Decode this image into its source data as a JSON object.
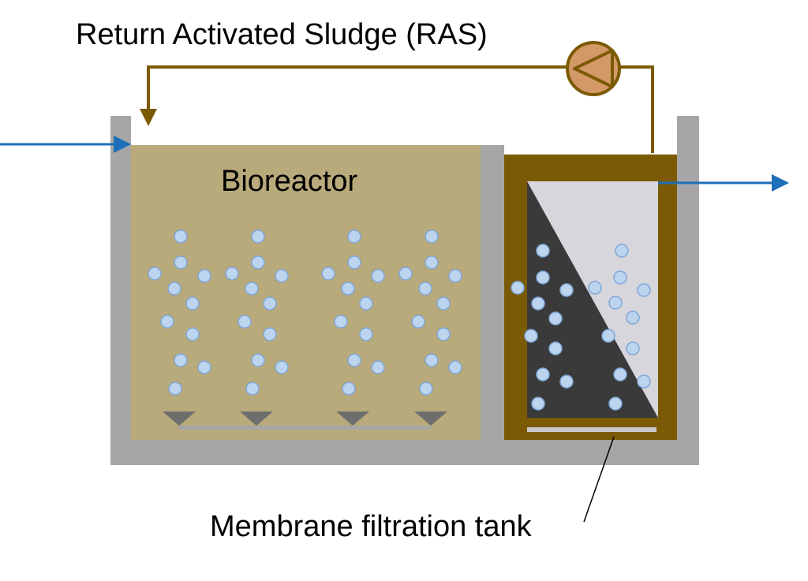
{
  "labels": {
    "ras": "Return Activated Sludge (RAS)",
    "bioreactor": "Bioreactor",
    "membrane_tank": "Membrane filtration tank"
  },
  "colors": {
    "tank_wall": "#a6a6a6",
    "bioreactor_liquid": "#b8aa7a",
    "membrane_frame": "#7b5a05",
    "membrane_dark": "#3a3a3a",
    "membrane_light": "#d6d6dc",
    "bubble_fill": "#bcd4ee",
    "bubble_stroke": "#7ea6d8",
    "flow_arrow": "#1c6fb8",
    "ras_line": "#7b5a05",
    "pump_fill": "#d39a68",
    "diffuser": "#6e6e6e"
  },
  "icons": {
    "pump": "pump-icon",
    "diffuser": "aeration-diffuser-icon"
  }
}
